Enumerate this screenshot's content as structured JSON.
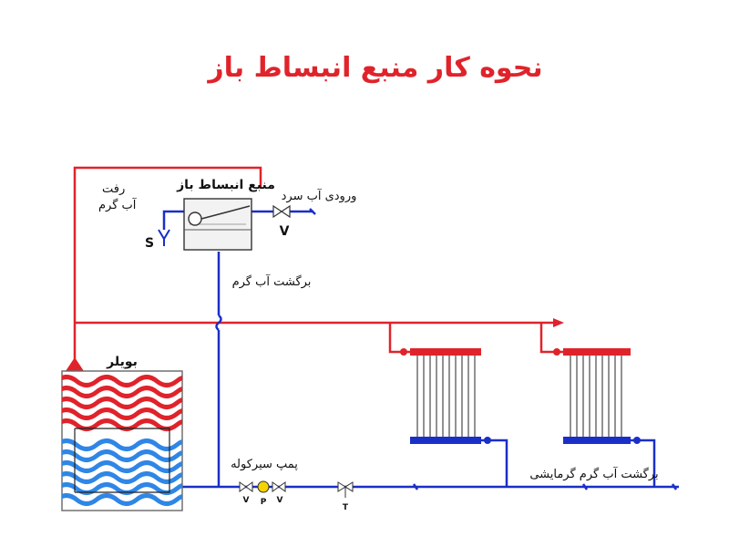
{
  "title": "نحوه کار منبع انبساط باز",
  "colors": {
    "hot": "#e0232b",
    "cold": "#1a2fc8",
    "title": "#e0232b",
    "wave_cold": "#2f86e6",
    "pipe_neutral": "#444444"
  },
  "labels": {
    "tank": "منبع انبساط باز",
    "supply_line1": "رفت",
    "supply_line2": "آب گرم",
    "cold_inlet": "ورودی آب سرد",
    "return_tank": "برگشت آب گرم",
    "boiler": "بویلر",
    "pump": "پمپ سیرکوله",
    "radiator_return": "برگشت آب گرم گرمایشی",
    "s": "S",
    "v_tank": "V",
    "v_left": "V",
    "p": "P",
    "v_right": "V",
    "t": "T"
  }
}
